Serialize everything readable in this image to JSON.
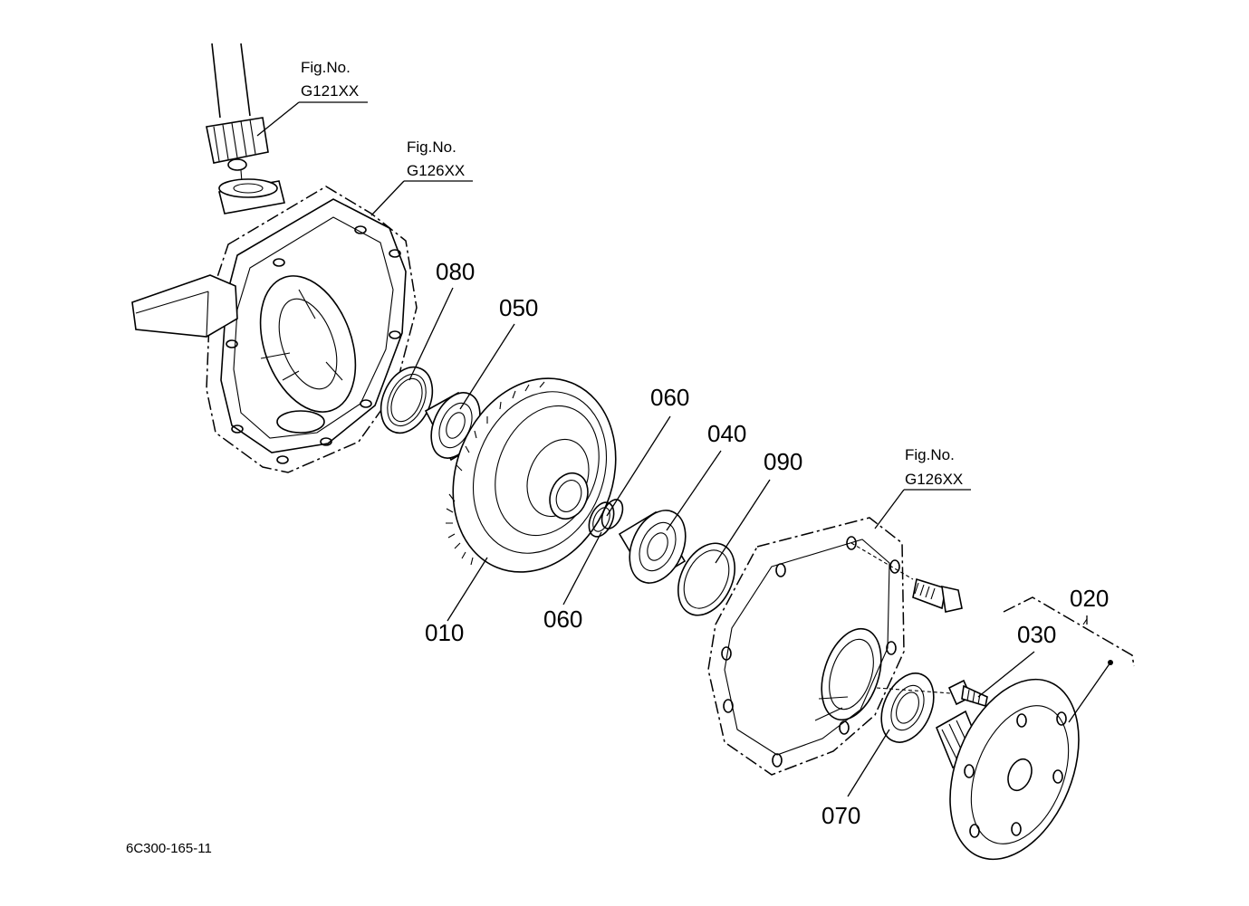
{
  "diagram_code": "6C300-165-11",
  "fig_refs": [
    {
      "caption": "Fig.No.",
      "number": "G121XX"
    },
    {
      "caption": "Fig.No.",
      "number": "G126XX"
    },
    {
      "caption": "Fig.No.",
      "number": "G126XX"
    }
  ],
  "parts": [
    {
      "ref": "010"
    },
    {
      "ref": "020"
    },
    {
      "ref": "030"
    },
    {
      "ref": "040"
    },
    {
      "ref": "050"
    },
    {
      "ref": "060"
    },
    {
      "ref": "060"
    },
    {
      "ref": "070"
    },
    {
      "ref": "080"
    },
    {
      "ref": "090"
    }
  ]
}
